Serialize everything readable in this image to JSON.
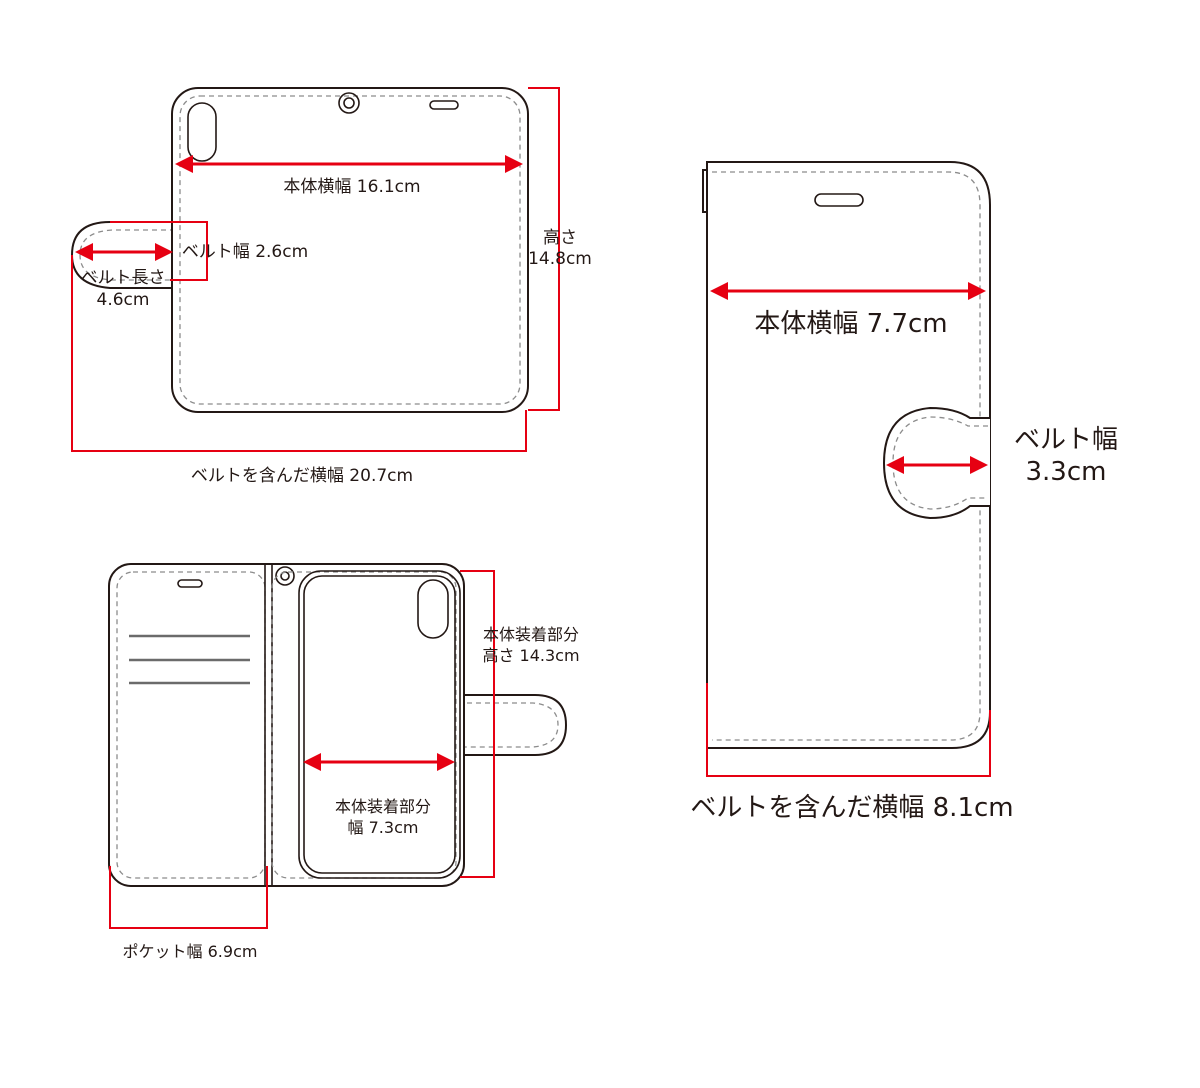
{
  "diagram": {
    "top_left": {
      "body_width": "本体横幅 16.1cm",
      "belt_width": "ベルト幅 2.6cm",
      "belt_length_line1": "ベルト長さ",
      "belt_length_line2": "4.6cm",
      "height_line1": "高さ",
      "height_line2": "14.8cm",
      "total_width": "ベルトを含んだ横幅 20.7cm"
    },
    "bottom_left": {
      "mount_height_line1": "本体装着部分",
      "mount_height_line2": "高さ 14.3cm",
      "mount_width_line1": "本体装着部分",
      "mount_width_line2": "幅 7.3cm",
      "pocket_width": "ポケット幅 6.9cm"
    },
    "right": {
      "body_width": "本体横幅 7.7cm",
      "belt_width_line1": "ベルト幅",
      "belt_width_line2": "3.3cm",
      "total_width": "ベルトを含んだ横幅 8.1cm"
    },
    "colors": {
      "dimension": "#e60012",
      "outline": "#231815",
      "stitch": "#8c8c8c"
    }
  }
}
